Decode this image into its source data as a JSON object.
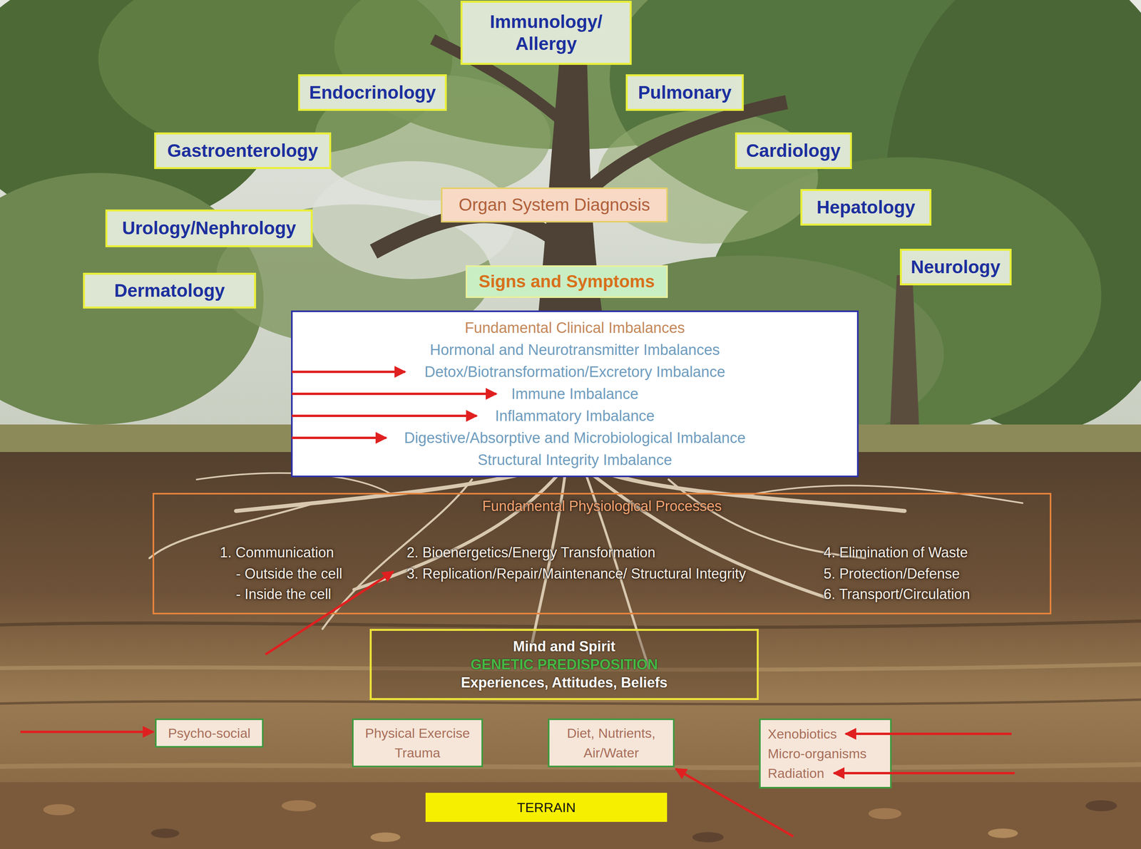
{
  "diagram": {
    "nodes": [
      {
        "text": [
          "Immunology/ Allergy"
        ]
      },
      {
        "text": [
          "Endocrinology"
        ]
      },
      {
        "text": [
          "Pulmonary"
        ]
      },
      {
        "text": [
          "Gastroenterology"
        ]
      },
      {
        "text": [
          "Cardiology"
        ]
      },
      {
        "text": [
          "Organ System Diagnosis"
        ]
      },
      {
        "text": [
          "Hepatology"
        ]
      },
      {
        "text": [
          "Urology/Nephrology"
        ]
      },
      {
        "text": [
          "Neurology"
        ]
      },
      {
        "text": [
          "Signs and Symptoms"
        ]
      },
      {
        "text": [
          "Dermatology"
        ]
      },
      {
        "text": [
          "Fundamental Clinical Imbalances",
          "Hormonal and Neurotransmitter Imbalances",
          "Detox/Biotransformation/Excretory Imbalance",
          "Immune Imbalance",
          "Inflammatory Imbalance",
          "Digestive/Absorptive and Microbiological Imbalance",
          "Structural Integrity Imbalance"
        ]
      },
      {
        "text": [
          "Fundamental Physiological Processes",
          "1. Communication",
          "- Outside the cell",
          "- Inside the cell",
          "2. Bioenergetics/Energy Transformation",
          "3. Replication/Repair/Maintenance/ Structural Integrity",
          "4. Elimination of Waste",
          "5. Protection/Defense",
          "6. Transport/Circulation"
        ]
      },
      {
        "text": [
          "Mind and Spirit",
          "GENETIC PREDISPOSITION",
          "Experiences, Attitudes, Beliefs"
        ]
      },
      {
        "text": [
          "Psycho-social"
        ]
      },
      {
        "text": [
          "Physical Exercise Trauma"
        ]
      },
      {
        "text": [
          "Diet, Nutrients, Air/Water"
        ]
      },
      {
        "text": [
          "Xenobiotics Micro-organisms Radiation"
        ]
      },
      {
        "text": [
          "TERRAIN"
        ]
      }
    ]
  }
}
